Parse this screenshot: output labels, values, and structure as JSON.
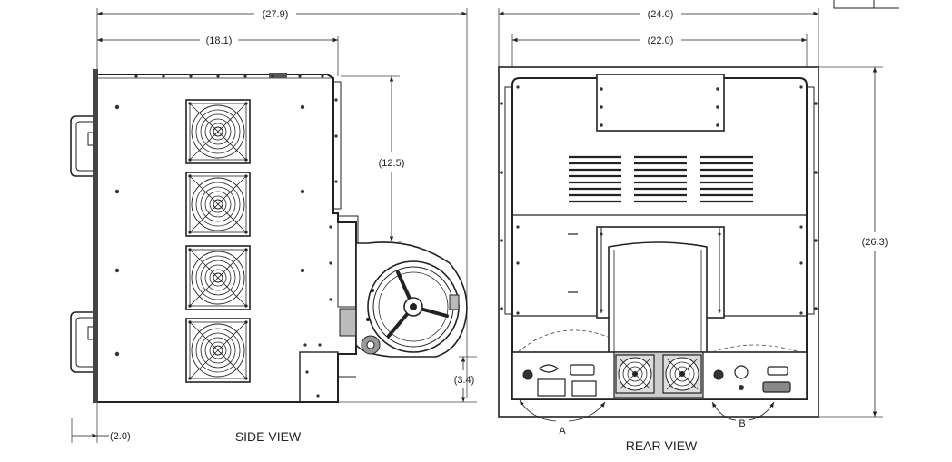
{
  "side_view": {
    "label": "SIDE VIEW",
    "dim_overall_width": "(27.9)",
    "dim_chassis_width": "(18.1)",
    "dim_blower_height": "(12.5)",
    "dim_foot_height": "(3.4)",
    "dim_handle_depth": "(2.0)"
  },
  "rear_view": {
    "label": "REAR VIEW",
    "dim_overall_width": "(24.0)",
    "dim_panel_width": "(22.0)",
    "dim_overall_height": "(26.3)",
    "point_a": "A",
    "point_b": "B"
  }
}
